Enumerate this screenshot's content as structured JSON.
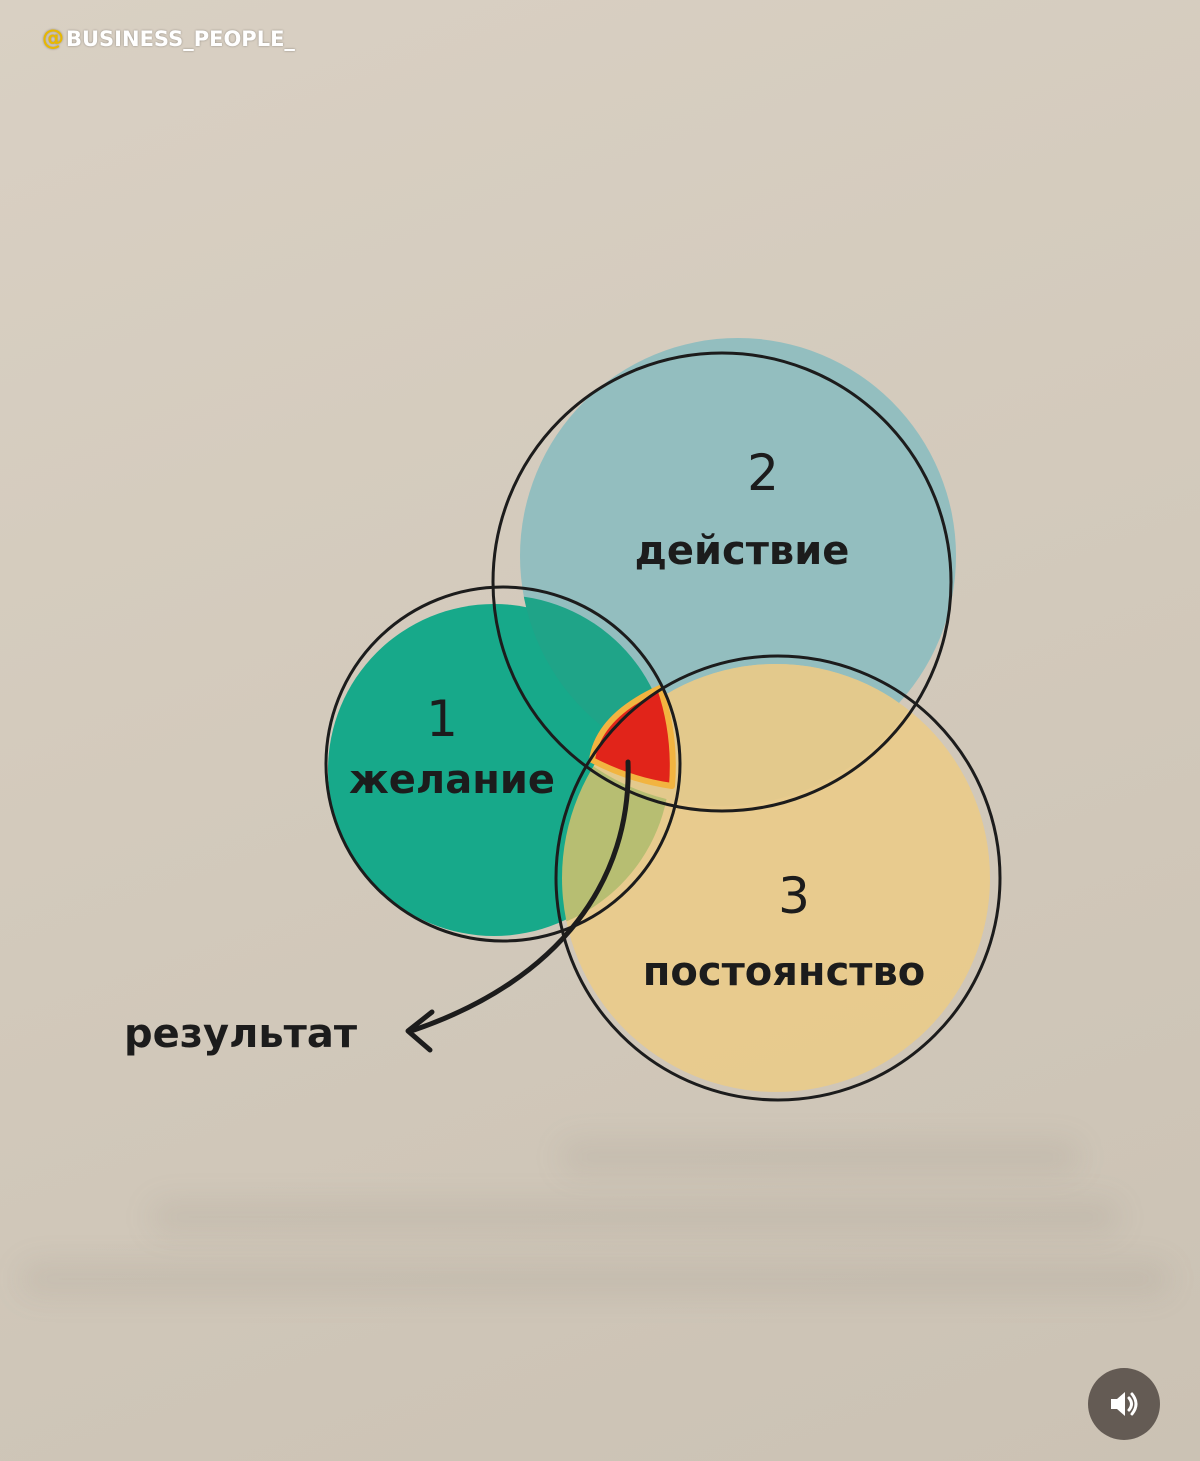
{
  "watermark": {
    "at": "@",
    "handle": "BUSINESS_PEOPLE_"
  },
  "diagram": {
    "circles": [
      {
        "number": "1",
        "label": "желание",
        "fill": "#17a98a"
      },
      {
        "number": "2",
        "label": "действие",
        "fill": "#8dbdbf"
      },
      {
        "number": "3",
        "label": "постоянство",
        "fill": "#e9cb8a"
      }
    ],
    "intersection_fill": "#e1241a",
    "intersection_outline": "#f2b440",
    "result_label": "результат"
  },
  "controls": {
    "sound_icon": "speaker-volume-icon"
  }
}
